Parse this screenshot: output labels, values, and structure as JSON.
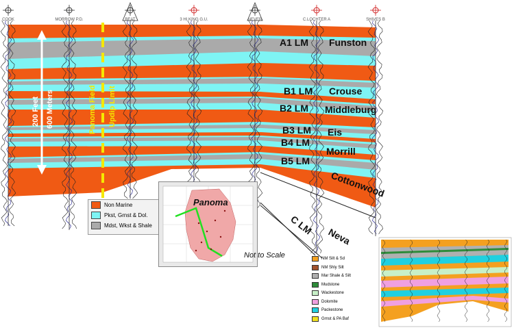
{
  "wells": [
    "COOK",
    "MORROW P.D.",
    "BEAT",
    "3 HI KING G.U.",
    "NEVER",
    "C.LOCHTER A",
    "SHIVES B"
  ],
  "scale_bar": {
    "feet": "200 Feet",
    "meters": "600 Meters"
  },
  "field_limit_label": {
    "line1": "Panoma Field",
    "line2": "Updip Limit"
  },
  "member_labels": [
    "A1 LM",
    "B1 LM",
    "B2 LM",
    "B3 LM",
    "B4 LM",
    "B5 LM",
    "C LM"
  ],
  "formation_labels": [
    "Funston",
    "Crouse",
    "Middleburg",
    "Eis",
    "Morrill",
    "Cottonwood",
    "Neva"
  ],
  "legend": [
    {
      "label": "Non Marine",
      "color": "#f05a14"
    },
    {
      "label": "Pkst, Grnst & Dol.",
      "color": "#7ef4f4"
    },
    {
      "label": "Mdst, Wkst & Shale",
      "color": "#aaaaaa"
    }
  ],
  "map_title": "Panoma",
  "scale_note": "Not to Scale",
  "mini_legend": [
    {
      "label": "NM Silt & Sd",
      "color": "#f4a020"
    },
    {
      "label": "NM Shly Silt",
      "color": "#a0522d"
    },
    {
      "label": "Mar Shale & Silt",
      "color": "#b0b0b0"
    },
    {
      "label": "Mudstone",
      "color": "#2e8b3a"
    },
    {
      "label": "Wackestone",
      "color": "#c8f0c8"
    },
    {
      "label": "Dolomite",
      "color": "#f0a0e0"
    },
    {
      "label": "Packestone",
      "color": "#20d0e0"
    },
    {
      "label": "Grnst & PA Baf",
      "color": "#f0e020"
    }
  ]
}
